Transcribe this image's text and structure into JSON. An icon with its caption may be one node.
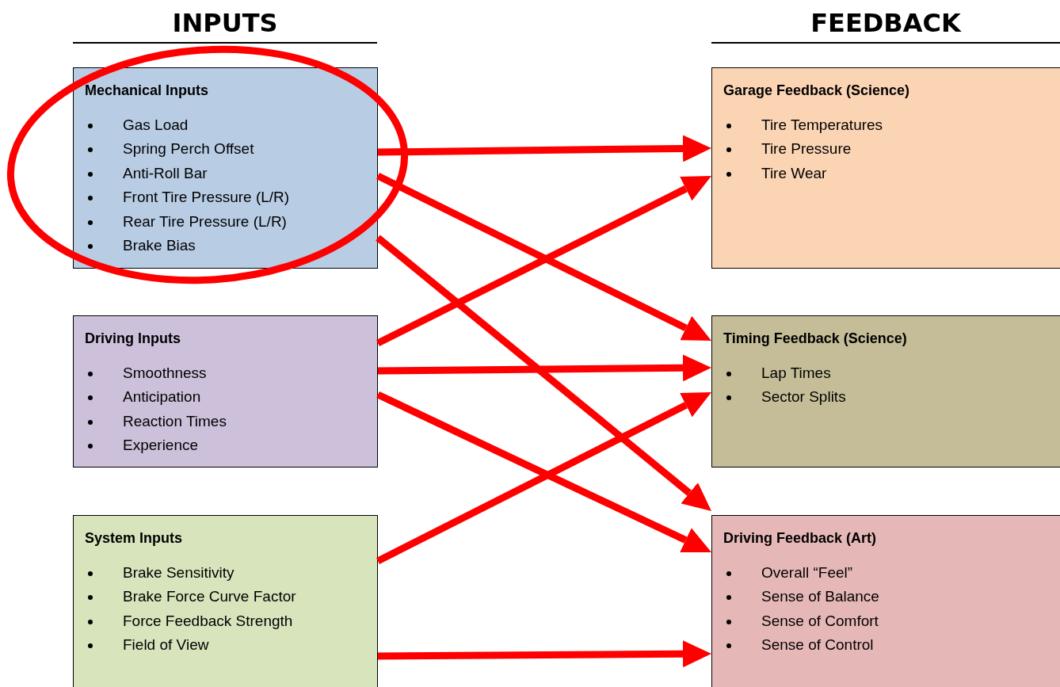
{
  "diagram": {
    "nodes": [
      {
        "text": [
          "Mechanical Inputs",
          "Gas Load",
          "Spring Perch Offset",
          "Anti-Roll Bar",
          "Front Tire Pressure (L/R)",
          "Rear Tire Pressure (L/R)",
          "Brake Bias"
        ]
      },
      {
        "text": [
          "Driving Inputs",
          "Smoothness",
          "Anticipation",
          "Reaction Times",
          "Experience"
        ]
      },
      {
        "text": [
          "System Inputs",
          "Brake Sensitivity",
          "Brake Force Curve Factor",
          "Force Feedback Strength",
          "Field of View"
        ]
      },
      {
        "text": [
          "Garage Feedback (Science)",
          "Tire Temperatures",
          "Tire Pressure",
          "Tire Wear"
        ]
      },
      {
        "text": [
          "Timing Feedback (Science)",
          "Lap Times",
          "Sector Splits"
        ]
      },
      {
        "text": [
          "Driving Feedback (Art)",
          "Overall “Feel”",
          "Sense of Balance",
          "Sense of Comfort",
          "Sense of Control"
        ]
      }
    ],
    "edges": [
      {
        "from": 0,
        "to": 3,
        "arrow": "to"
      },
      {
        "from": 0,
        "to": 4,
        "arrow": "to"
      },
      {
        "from": 0,
        "to": 5,
        "arrow": "to"
      },
      {
        "from": 1,
        "to": 3,
        "arrow": "to"
      },
      {
        "from": 1,
        "to": 4,
        "arrow": "to"
      },
      {
        "from": 1,
        "to": 5,
        "arrow": "to"
      },
      {
        "from": 2,
        "to": 4,
        "arrow": "to"
      },
      {
        "from": 2,
        "to": 5,
        "arrow": "to"
      }
    ],
    "labels": [
      "INPUTS",
      "FEEDBACK"
    ]
  }
}
